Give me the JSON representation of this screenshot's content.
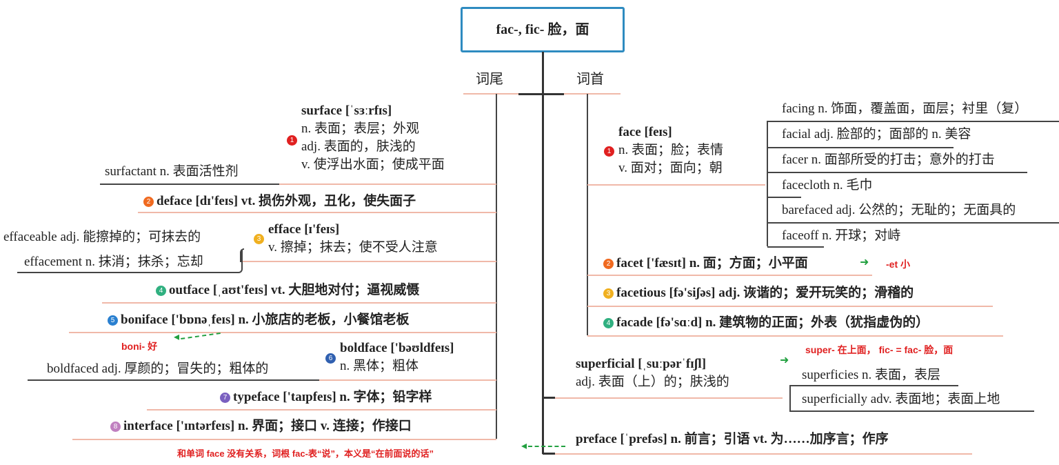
{
  "root": {
    "title": "fac-, fic- 脸，面"
  },
  "branches": {
    "suffix_label": "词尾",
    "prefix_label": "词首"
  },
  "colors": {
    "root_border": "#2e8bc0",
    "num1": "#e02020",
    "num2": "#f06a20",
    "num3": "#f0b020",
    "num4": "#30b080",
    "num5": "#2a80d0",
    "num6": "#3060b0",
    "num7": "#7a60c0",
    "num8": "#c080c0",
    "note": "#e02020",
    "arrow": "#22a040"
  },
  "left": {
    "surface": {
      "num": "1",
      "word": "surface [ˈsɜːrfɪs]",
      "l1": "n. 表面；表层；外观",
      "l2": "adj. 表面的，肤浅的",
      "l3": "v. 使浮出水面；使成平面"
    },
    "surfactant": "surfactant n. 表面活性剂",
    "deface": {
      "num": "2",
      "text": "deface [dɪ'feɪs] vt. 损伤外观，丑化，使失面子"
    },
    "efface": {
      "num": "3",
      "word": "efface [ɪ'feɪs]",
      "l1": "v. 擦掉；抹去；使不受人注意"
    },
    "effaceable": "effaceable adj. 能擦掉的；可抹去的",
    "effacement": "effacement n. 抹消；抹杀；忘却",
    "outface": {
      "num": "4",
      "text": "outface [ˌaʊt'feɪs] vt. 大胆地对付；逼视威慑"
    },
    "boniface": {
      "num": "5",
      "text": "boniface ['bɒnəˌfeɪs] n. 小旅店的老板，小餐馆老板"
    },
    "boni_note": "boni- 好",
    "boldface": {
      "num": "6",
      "word": "boldface ['bəʊldfeɪs]",
      "l1": "n. 黑体；粗体"
    },
    "boldfaced": "boldfaced adj. 厚颜的；冒失的；粗体的",
    "typeface": {
      "num": "7",
      "text": "typeface ['taɪpfeɪs] n. 字体；铅字样"
    },
    "interface": {
      "num": "8",
      "text": "interface ['ɪntərfeɪs] n. 界面；接口 v. 连接；作接口"
    },
    "preface_note": "和单词 face 没有关系，词根 fac-表“说”，本义是“在前面说的话”"
  },
  "right": {
    "face": {
      "num": "1",
      "word": "face [feɪs]",
      "l1": "n. 表面；脸；表情",
      "l2": "v. 面对；面向；朝"
    },
    "face_children": [
      "facing n. 饰面，覆盖面，面层；衬里（复）",
      "facial adj. 脸部的；面部的 n. 美容",
      "facer n. 面部所受的打击；意外的打击",
      "facecloth n. 毛巾",
      "barefaced adj. 公然的；无耻的；无面具的",
      "faceoff n. 开球；对峙"
    ],
    "facet": {
      "num": "2",
      "text": "facet ['fæsɪt] n. 面；方面；小平面"
    },
    "facet_note": "-et 小",
    "facetious": {
      "num": "3",
      "text": "facetious [fə'siʃəs] adj. 诙谐的；爱开玩笑的；滑稽的"
    },
    "facade": {
      "num": "4",
      "text": "facade [fə'sɑːd] n. 建筑物的正面；外表（犹指虚伪的）"
    },
    "superficial": {
      "word": "superficial [ˌsuːpərˈfɪʃl]",
      "l1": "adj. 表面（上）的；肤浅的"
    },
    "superficial_note": "super- 在上面， fic- = fac- 脸，面",
    "superficial_children": [
      "superficies n. 表面，表层",
      "superficially adv. 表面地；表面上地"
    ],
    "preface": "preface [ˈprefəs] n. 前言；引语 vt. 为……加序言；作序"
  }
}
